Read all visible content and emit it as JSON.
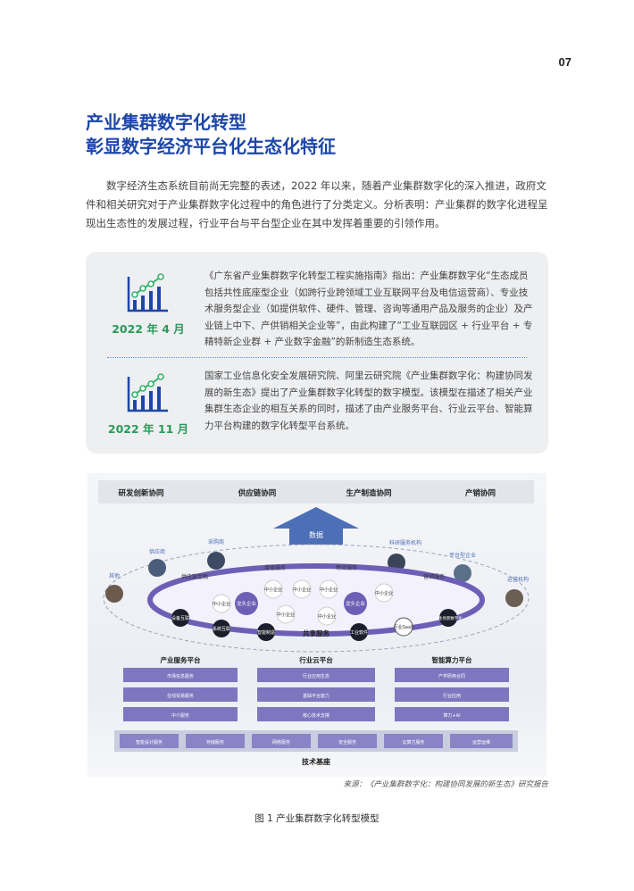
{
  "page_number": "07",
  "title": [
    "产业集群数字化转型",
    "彰显数字经济平台化生态化特征"
  ],
  "intro": "数字经济生态系统目前尚无完整的表述，2022 年以来，随着产业集群数字化的深入推进，政府文件和相关研究对于产业集群数字化过程中的角色进行了分类定义。分析表明：产业集群的数字化进程呈现出生态性的发展过程，行业平台与平台型企业在其中发挥着重要的引领作用。",
  "timeline": [
    {
      "icon": "growth-chart-icon",
      "date": "2022 年 4 月",
      "text": "《广东省产业集群数字化转型工程实施指南》指出：产业集群数字化“生态成员包括共性底座型企业（如跨行业跨领域工业互联网平台及电信运营商）、专业技术服务型企业（如提供软件、硬件、管理、咨询等通用产品及服务的企业）及产业链上中下、产供销相关企业等”，由此构建了“工业互联园区 + 行业平台 + 专精特新企业群 + 产业数字金融”的新制造生态系统。"
    },
    {
      "icon": "growth-chart-icon",
      "date": "2022 年 11 月",
      "text": "国家工业信息化安全发展研究院、阿里云研究院《产业集群数字化：构建协同发展的新生态》提出了产业集群数字化转型的数字模型。该模型在描述了相关产业集群生态企业的相互关系的同时，描述了由产业服务平台、行业云平台、智能算力平台构建的数字化转型平台系统。"
    }
  ],
  "figure": {
    "top_bar": [
      "研发创新协同",
      "供应链协同",
      "生产制造协同",
      "产销协同"
    ],
    "arrow_label": "数据",
    "outer_nodes": [
      "其他",
      "供应商",
      "采购商",
      "科研服务机构",
      "平台型企业",
      "运营机构"
    ],
    "ring_labels": [
      "供应链金融",
      "增值服务",
      "物流服务",
      "营销服务"
    ],
    "center_nodes": [
      "龙头企业",
      "龙头企业",
      "中小企业",
      "中小企业",
      "中小企业",
      "中小企业",
      "中小企业",
      "中小企业",
      "中小企业"
    ],
    "bottom_nodes": [
      "设备互联",
      "系统互联",
      "智能制造",
      "共享服务",
      "工业软件",
      "行业SaaS",
      "共性场景数字化"
    ],
    "platforms": [
      {
        "title": "产业服务平台",
        "rows": [
          "市场信息服务",
          "在线贸易服务",
          "中介服务"
        ]
      },
      {
        "title": "行业云平台",
        "rows": [
          "行业应用生态",
          "基础平台能力",
          "核心技术支撑"
        ]
      },
      {
        "title": "智能算力平台",
        "rows": [
          "产学研用合同",
          "行业应用",
          "算力+AI"
        ]
      }
    ],
    "base_row": [
      "智能设计服务",
      "存储服务",
      "网络服务",
      "安全服务",
      "云算力服务",
      "运营运维"
    ],
    "base_title": "技术基座"
  },
  "source": "来源：《产业集群数字化：构建协同发展的新生态》研究报告",
  "caption": "图 1   产业集群数字化转型模型",
  "colors": {
    "accent_blue": "#1d46a8",
    "accent_green": "#2a9a5a",
    "purple": "#6d5fb5"
  }
}
